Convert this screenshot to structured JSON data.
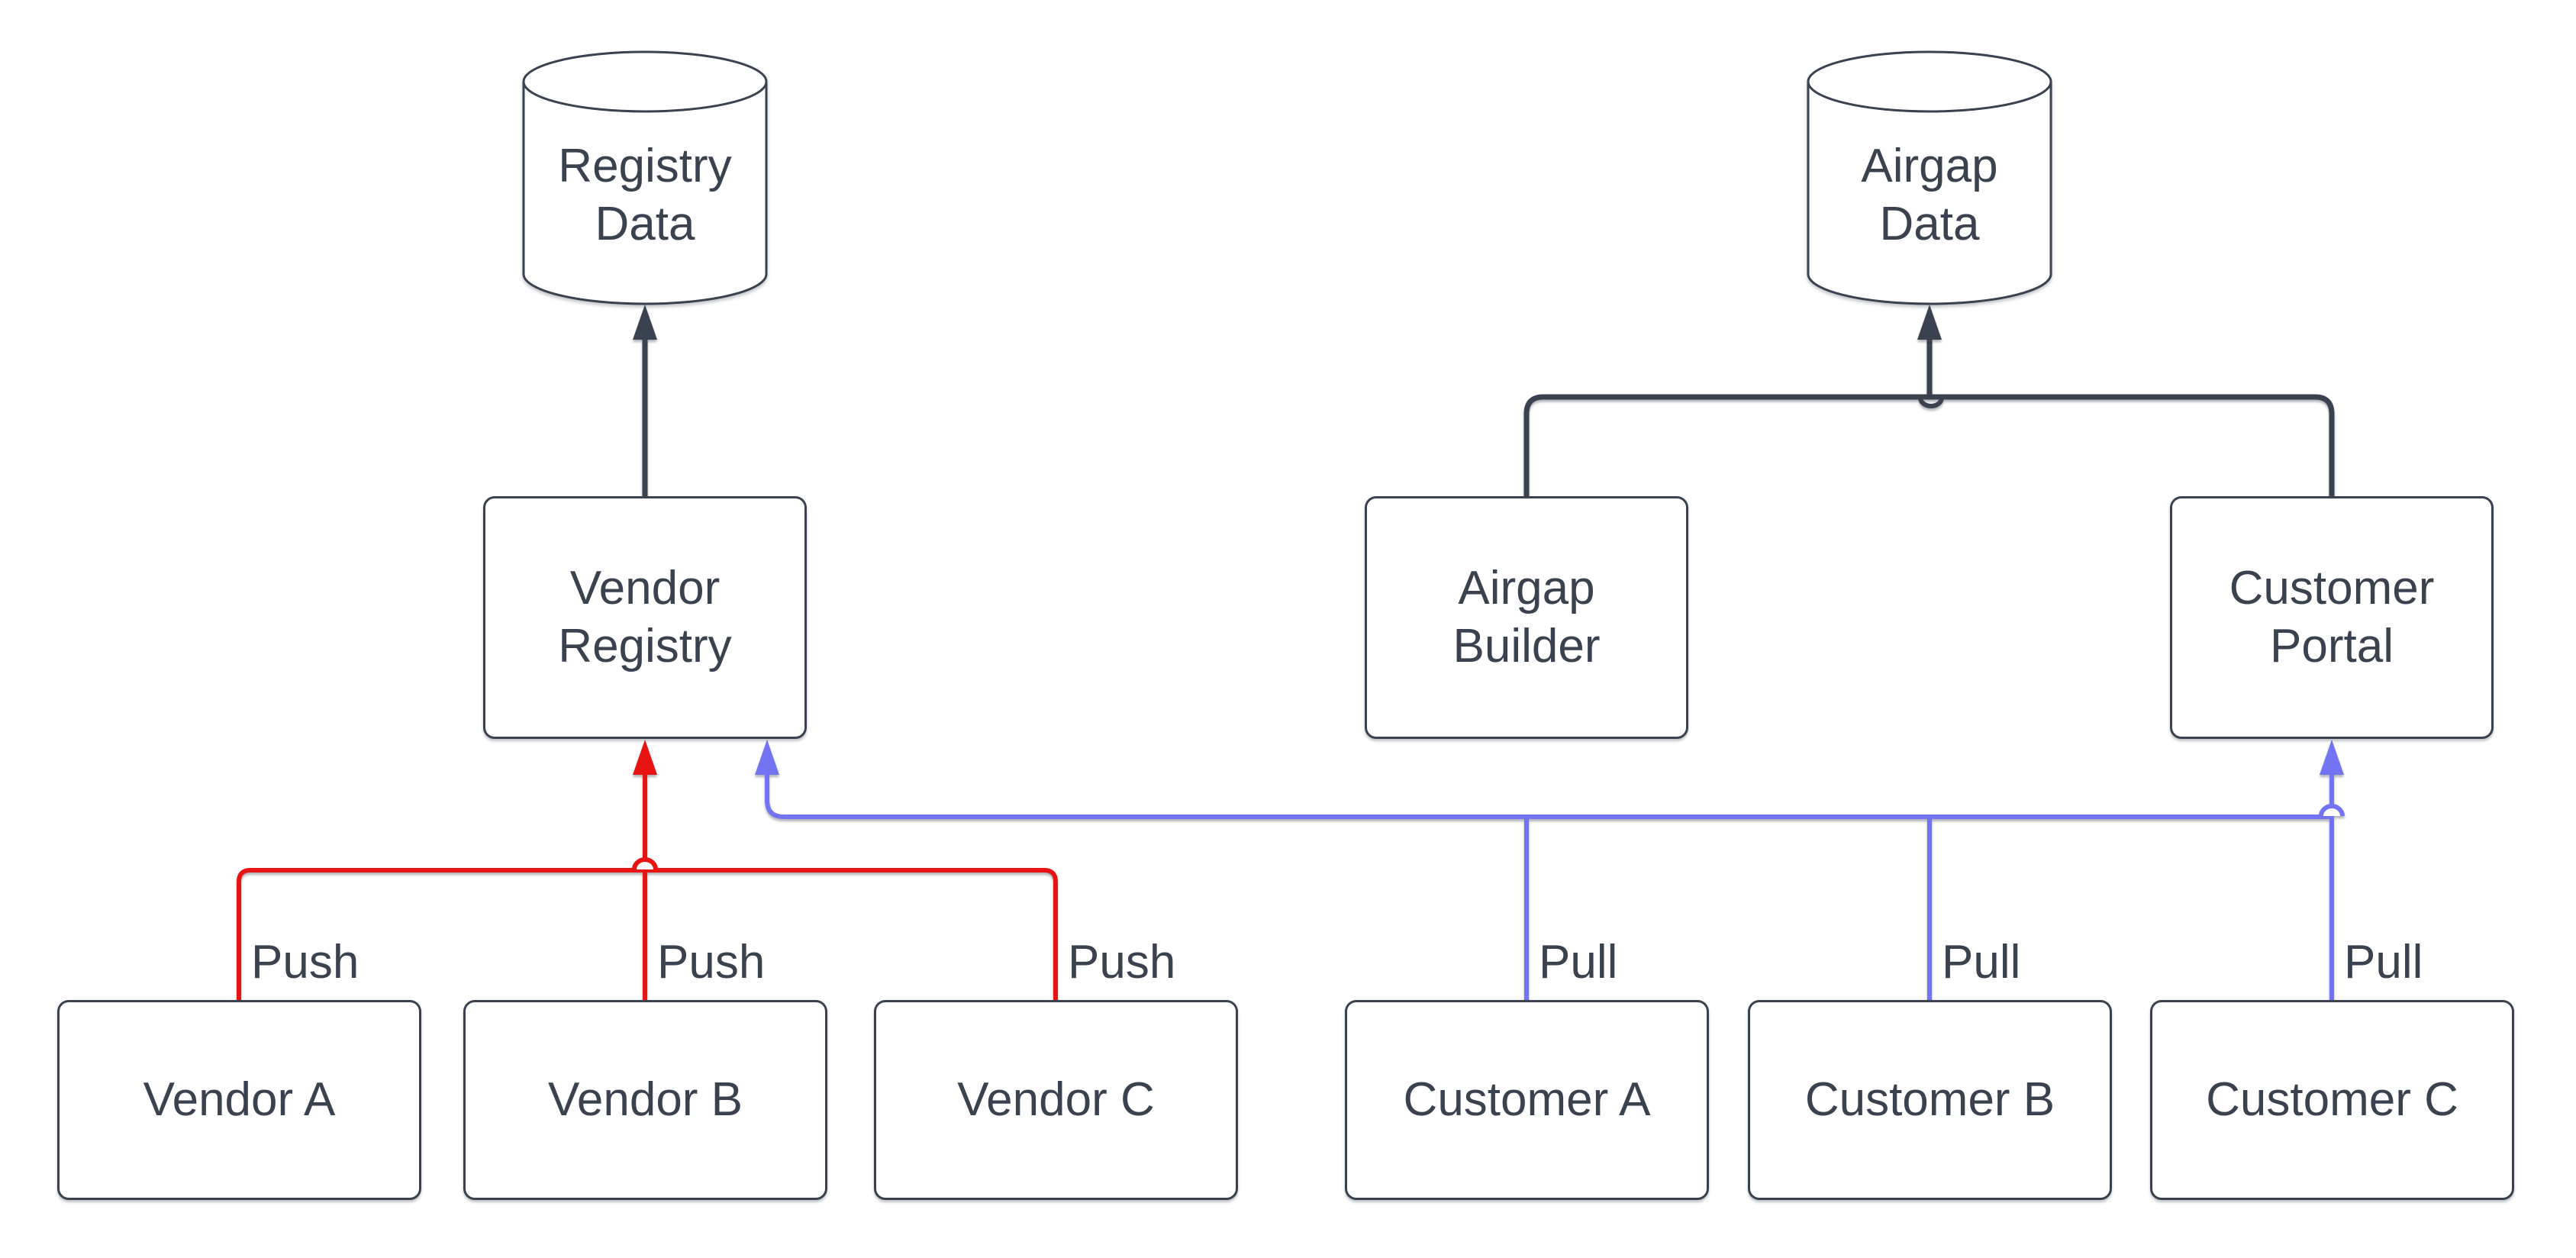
{
  "colors": {
    "stroke_dark": "#3a4250",
    "push_red": "#e81313",
    "pull_blue": "#7274f3",
    "node_fill": "#ffffff",
    "text": "#3a4250",
    "background": "#ffffff"
  },
  "nodes": {
    "registry_data": {
      "shape": "cylinder",
      "lines": [
        "Registry",
        "Data"
      ]
    },
    "airgap_data": {
      "shape": "cylinder",
      "lines": [
        "Airgap",
        "Data"
      ]
    },
    "vendor_registry": {
      "shape": "rect",
      "lines": [
        "Vendor",
        "Registry"
      ]
    },
    "airgap_builder": {
      "shape": "rect",
      "lines": [
        "Airgap",
        "Builder"
      ]
    },
    "customer_portal": {
      "shape": "rect",
      "lines": [
        "Customer",
        "Portal"
      ]
    },
    "vendor_a": {
      "shape": "rect",
      "label": "Vendor A"
    },
    "vendor_b": {
      "shape": "rect",
      "label": "Vendor B"
    },
    "vendor_c": {
      "shape": "rect",
      "label": "Vendor C"
    },
    "customer_a": {
      "shape": "rect",
      "label": "Customer A"
    },
    "customer_b": {
      "shape": "rect",
      "label": "Customer B"
    },
    "customer_c": {
      "shape": "rect",
      "label": "Customer C"
    }
  },
  "edges": [
    {
      "from": "vendor_registry",
      "to": "registry_data",
      "label": "",
      "color_key": "stroke_dark"
    },
    {
      "from": "airgap_builder",
      "to": "airgap_data",
      "label": "",
      "color_key": "stroke_dark"
    },
    {
      "from": "customer_portal",
      "to": "airgap_data",
      "label": "",
      "color_key": "stroke_dark"
    },
    {
      "from": "vendor_a",
      "to": "vendor_registry",
      "label": "Push",
      "color_key": "push_red"
    },
    {
      "from": "vendor_b",
      "to": "vendor_registry",
      "label": "Push",
      "color_key": "push_red"
    },
    {
      "from": "vendor_c",
      "to": "vendor_registry",
      "label": "Push",
      "color_key": "push_red"
    },
    {
      "from": "customer_a",
      "to": "vendor_registry",
      "label": "Pull",
      "color_key": "pull_blue"
    },
    {
      "from": "customer_b",
      "to": "vendor_registry",
      "label": "Pull",
      "color_key": "pull_blue"
    },
    {
      "from": "customer_c",
      "to": "customer_portal",
      "label": "Pull",
      "color_key": "pull_blue"
    }
  ]
}
